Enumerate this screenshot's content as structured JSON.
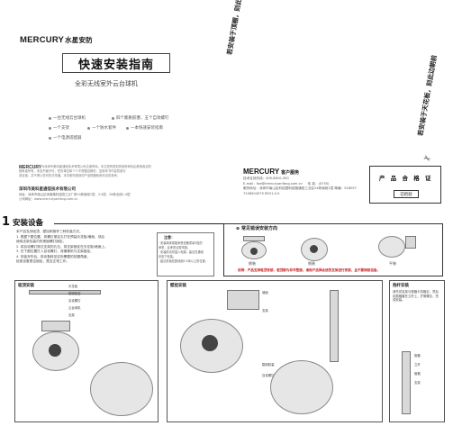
{
  "brand": {
    "name": "MERCURY",
    "name_cn": "水星安防"
  },
  "cover": {
    "title": "快速安装指南",
    "subtitle": "全彩无线室外云台球机"
  },
  "features": [
    {
      "label": "一台无线云台球机"
    },
    {
      "label": "四个膨胀胶塞、五个自攻螺钉"
    },
    {
      "label": "一个支架"
    },
    {
      "label": "一个防水套件"
    },
    {
      "label": "一本快速安装指南"
    },
    {
      "label": "一个电源适配器"
    }
  ],
  "intro": {
    "logo": "MERCURY",
    "lines": [
      "为深圳市美科星通信技术有限公司注册商标。本文档所提到的其他商标由其他各自的",
      "拥有者所有。未经书面许可，任何单位和个人不得擅自摘抄、复制本书内容的部分",
      "或全部，并不得以任何形式传播。本手册所提到的产品规格和资讯仅供参考。"
    ]
  },
  "company": {
    "name": "深圳市美科星通信技术有限公司",
    "address": "地址：深圳市南山区深南路科技园工业厂房24栋南段1层、3-5层、28栋北段1-4层",
    "website": "公司网址：www.mercuryanfang.com.cn"
  },
  "rotated": {
    "left": "若安装于顶棚，则此边朝上",
    "right": "若安装于天花板，则此边朝前"
  },
  "service": {
    "logo": "MERCURY",
    "logo_sub": "客户服务",
    "hotline": "技术支持热线：400-8810-500",
    "email": "E-mail：fae@mercuryanfang.com.cn",
    "fax": "传  真：(0755)",
    "addr": "服务地址：深圳市南山区科技园科技路通信工业区24栋南段1层 邮编：518057",
    "version": "7106504575  REV1.0.0"
  },
  "certificate": {
    "title": "产 品 合 格 证",
    "badge": "已检验"
  },
  "section1": {
    "number": "1",
    "title": "安装设备",
    "steps": [
      "本产品支持吸顶、壁挂和抱杆三种安装方式。",
      "1. 根据下图位置，将螺钉紧定孔打在预装天花板/墙面，然后",
      "   使用支架包装内的紧固螺钉固定。",
      "2. 将自攻螺钉穿过支架的孔位，将支架固定在天花板/墙面上。",
      "3. 在下图位置打入自攻螺钉，将摄像机与支架固定。",
      "4. 安装完毕后，将设备转至实际需要的拍摄角度，",
      "   检查设备是否固定，是否正常工作。"
    ],
    "note_title": "注意：",
    "notes": [
      "· 安装墙体需能承受设备重量3倍的",
      "  承重，且承重点需牢固。",
      "· 安装前请勿插入电源，建议在通电",
      "  状态下安装。",
      "· 建议安装在距地面3.5米以上的位置。"
    ]
  },
  "direction": {
    "title": "常见错误安装方向",
    "labels": [
      "倒装",
      "侧装",
      "平装"
    ],
    "footnote": "说明：产品支持吸顶安装，若顶部为非平整面，请用户选择合适的支架进行安装，且不要倒装设备。"
  },
  "panels": {
    "ceiling": {
      "title": "吸顶安装",
      "labels": [
        "天花板",
        "膨胀胶塞",
        "自攻螺钉",
        "云台球机",
        "支架"
      ]
    },
    "wall": {
      "title": "壁挂安装",
      "labels": [
        "墙面",
        "支架",
        "膨胀胶塞",
        "自攻螺钉"
      ]
    },
    "pole": {
      "title": "抱杆安装",
      "labels": [
        "抱箍",
        "立杆",
        "管箍",
        "支架"
      ],
      "desc": "请先将支架与抱箍卡扣固定，然后将抱箍套在立杆上，拧紧螺丝，完成安装。"
    }
  }
}
